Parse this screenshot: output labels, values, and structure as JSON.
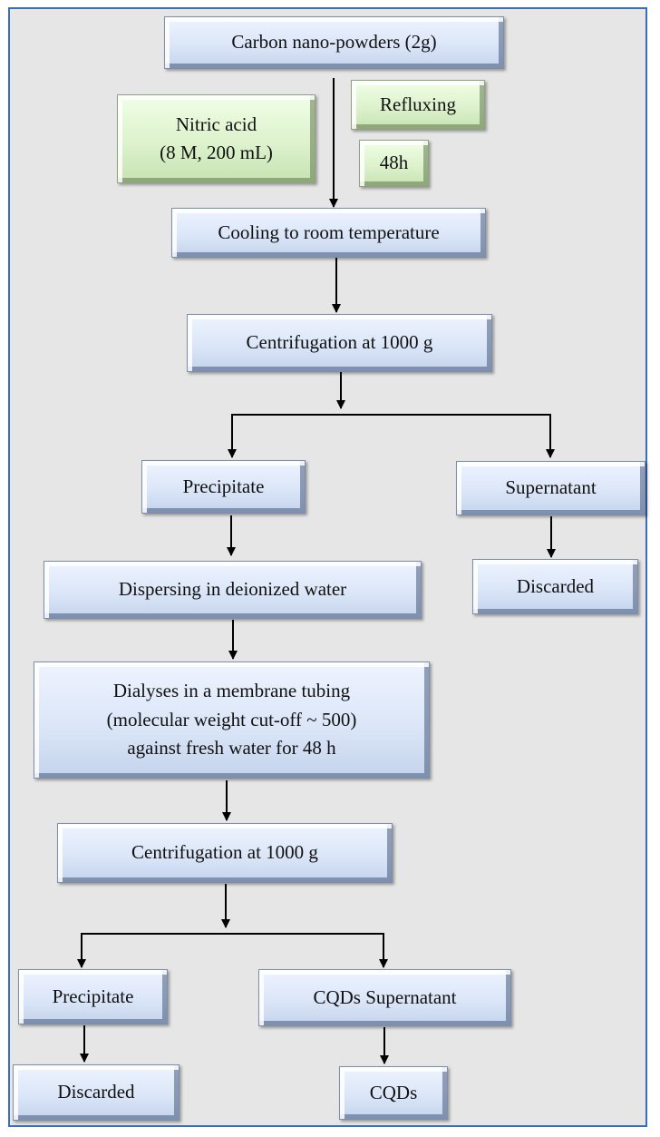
{
  "nodes": {
    "carbon": "Carbon nano-powders (2g)",
    "nitric_line1": "Nitric acid",
    "nitric_line2": "(8 M, 200 mL)",
    "refluxing": "Refluxing",
    "duration": "48h",
    "cooling": "Cooling to room temperature",
    "centrifugation_1": "Centrifugation at 1000 g",
    "precipitate_1": "Precipitate",
    "supernatant_1": "Supernatant",
    "discarded_1": "Discarded",
    "dispersing": "Dispersing in deionized water",
    "dialyses_line1": "Dialyses in a membrane tubing",
    "dialyses_line2": "(molecular weight cut-off ~ 500)",
    "dialyses_line3": "against fresh water for 48 h",
    "centrifugation_2": "Centrifugation at 1000 g",
    "precipitate_2": "Precipitate",
    "cqds_supernatant": "CQDs Supernatant",
    "discarded_2": "Discarded",
    "cqds": "CQDs"
  },
  "colors": {
    "box_blue": "#dbe6f8",
    "box_green": "#ddf2cd",
    "background": "#e6e6e6",
    "frame_border": "#3a6fb5"
  }
}
